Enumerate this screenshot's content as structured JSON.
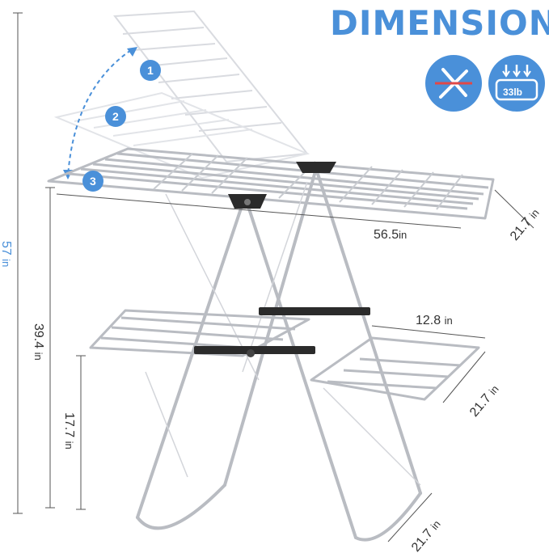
{
  "title": "DIMENSION",
  "steps": [
    "1",
    "2",
    "3"
  ],
  "badge_weight": "33lb",
  "icons": [
    "no-tools-icon",
    "weight-capacity-icon"
  ],
  "colors": {
    "accent": "#4a90d9",
    "frame": "#b9bcc2",
    "joint": "#2b2b2b",
    "text": "#333333"
  },
  "dimensions": {
    "total_height": {
      "value": "57",
      "unit": "in"
    },
    "top_height": {
      "value": "39.4",
      "unit": "in"
    },
    "lower_height": {
      "value": "17.7",
      "unit": "in"
    },
    "top_length": {
      "value": "56.5",
      "unit": "in"
    },
    "top_depth": {
      "value": "21.7",
      "unit": "in"
    },
    "shelf_width": {
      "value": "12.8",
      "unit": "in"
    },
    "shelf_depth": {
      "value": "21.7",
      "unit": "in"
    },
    "base_depth": {
      "value": "21.7",
      "unit": "in"
    }
  }
}
